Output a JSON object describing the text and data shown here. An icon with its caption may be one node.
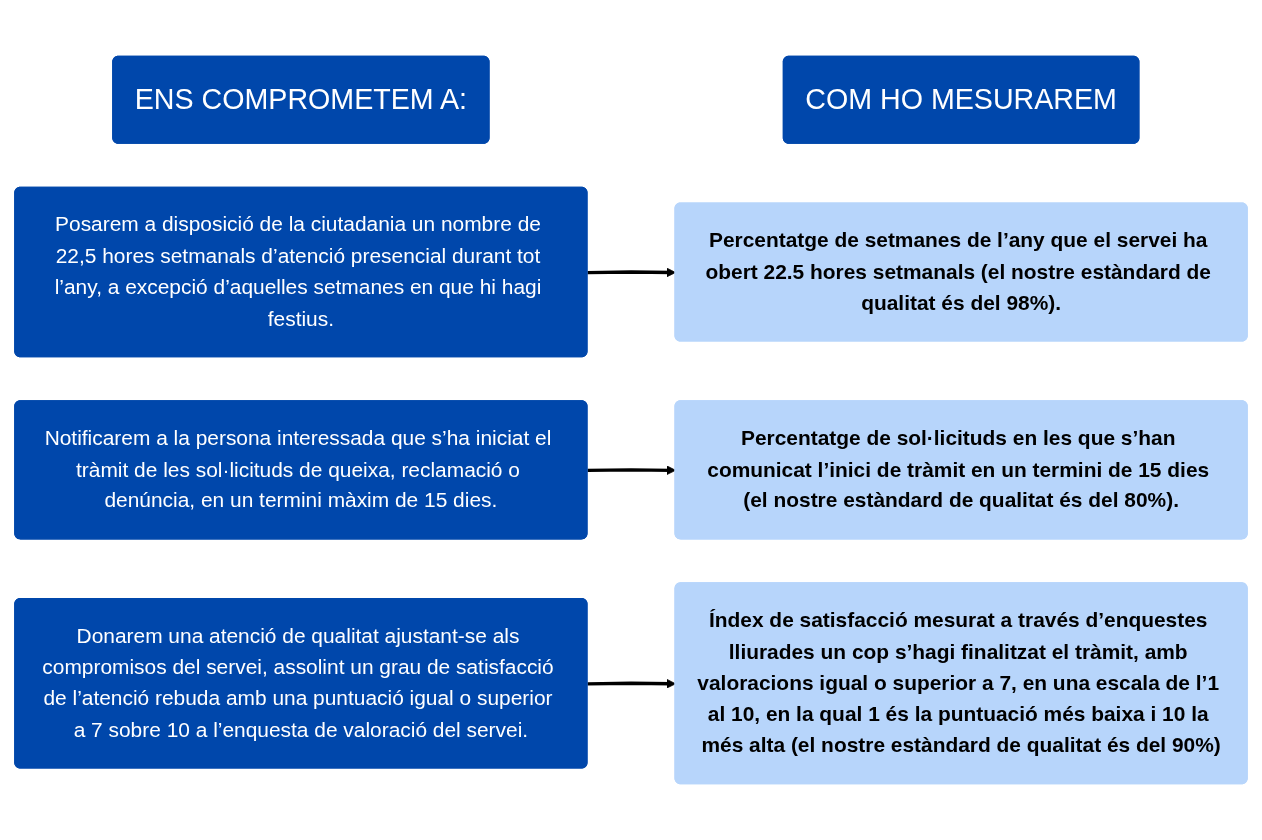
{
  "diagram": {
    "nodes": [
      {
        "text": [
          "ENS COMPROMETEM A:"
        ]
      },
      {
        "text": [
          "COM HO MESURAREM"
        ]
      },
      {
        "text": [
          "Posarem a disposició de la ciutadania un nombre de 22,5 hores setmanals d’atenció presencial durant tot l’any, a excepció d’aquelles setmanes en que hi hagi festius."
        ]
      },
      {
        "text": [
          "Percentatge de setmanes de l’any que el servei ha obert 22.5 hores setmanals (el nostre estàndard de qualitat és del 98%)."
        ]
      },
      {
        "text": [
          "Notificarem a la persona interessada que s’ha iniciat el tràmit de les sol·licituds de queixa, reclamació o denúncia, en un termini màxim de 15 dies."
        ]
      },
      {
        "text": [
          "Percentatge de sol·licituds en les que s’han comunicat l’inici de tràmit en un termini de 15 dies (el nostre estàndard de qualitat és del 80%)."
        ]
      },
      {
        "text": [
          "Donarem una atenció de qualitat ajustant-se als compromisos del servei, assolint un grau de satisfacció de l’atenció rebuda amb una puntuació igual o superior a 7 sobre 10 a l’enquesta de valoració del servei."
        ]
      },
      {
        "text": [
          "Índex de satisfacció mesurat a través d’enquestes lliurades un cop s’hagi finalitzat el tràmit, amb valoracions igual o superior a 7, en una escala de l’1 al 10, en la qual 1 és la puntuació més baixa i 10 la més alta (el nostre estàndard de qualitat és del 90%)"
        ]
      }
    ],
    "edges": [
      {
        "from": 2,
        "to": 3,
        "arrow": "to"
      },
      {
        "from": 4,
        "to": 5,
        "arrow": "to"
      },
      {
        "from": 6,
        "to": 7,
        "arrow": "to"
      }
    ]
  }
}
